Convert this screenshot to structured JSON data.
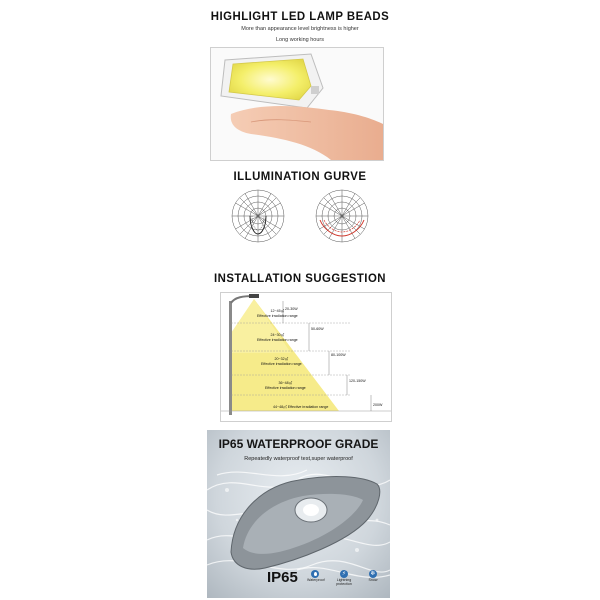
{
  "section1": {
    "title": "HIGHLIGHT LED LAMP BEADS",
    "line1": "More than appearance level brightness is higher",
    "line2": "Long working hours"
  },
  "section2": {
    "title": "ILLUMINATION GURVE"
  },
  "section3": {
    "title": "INSTALLATION SUGGESTION",
    "zones": [
      {
        "area": "12~45㎡",
        "label": "Effective irradiation range"
      },
      {
        "area": "24~30㎡",
        "label": "Effective irradiation range"
      },
      {
        "area": "20~32㎡",
        "label": "Effective irradiation range"
      },
      {
        "area": "36~48㎡",
        "label": "Effective irradiation range"
      },
      {
        "area": "44~48㎡",
        "label": "Effective irradiation range"
      }
    ],
    "powers": [
      "20-30W",
      "50-60W",
      "80-100W",
      "120-150W",
      "200W"
    ]
  },
  "section4": {
    "title": "IP65 WATERPROOF GRADE",
    "subtitle": "Repeatedly waterproof test,super waterproof",
    "badge": "IP65",
    "features": [
      {
        "icon": "waterproof-icon",
        "label": "Waterproof"
      },
      {
        "icon": "lightning-protection-icon",
        "label": "Lightning protection"
      },
      {
        "icon": "snow-icon",
        "label": "Snow"
      }
    ]
  },
  "colors": {
    "yellow_beam": "#f6eb8a",
    "curve_red": "#d23a2e",
    "accent_blue": "#2f6fb1"
  }
}
